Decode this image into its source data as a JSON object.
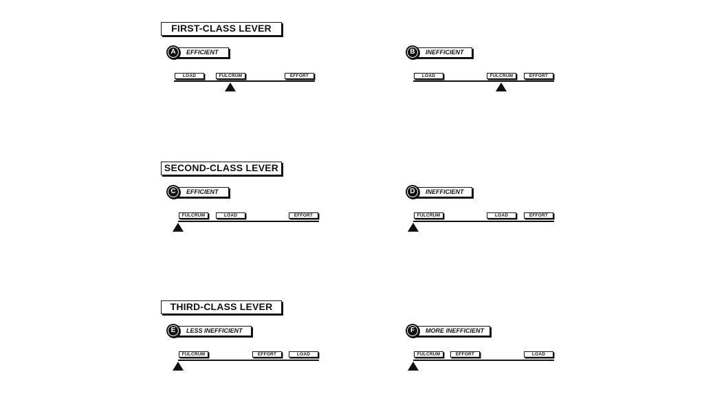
{
  "sections": [
    {
      "title": "FIRST-CLASS LEVER"
    },
    {
      "title": "SECOND-CLASS LEVER"
    },
    {
      "title": "THIRD-CLASS LEVER"
    }
  ],
  "cases": {
    "A": {
      "letter": "A",
      "label": "EFFICIENT",
      "parts": [
        "LOAD",
        "FULCRUM",
        "EFFORT"
      ]
    },
    "B": {
      "letter": "B",
      "label": "INEFFICIENT",
      "parts": [
        "LOAD",
        "FULCRUM",
        "EFFORT"
      ]
    },
    "C": {
      "letter": "C",
      "label": "EFFICIENT",
      "parts": [
        "FULCRUM",
        "LOAD",
        "EFFORT"
      ]
    },
    "D": {
      "letter": "D",
      "label": "INEFFICIENT",
      "parts": [
        "FULCRUM",
        "LOAD",
        "EFFORT"
      ]
    },
    "E": {
      "letter": "E",
      "label": "LESS INEFFICIENT",
      "parts": [
        "FULCRUM",
        "EFFORT",
        "LOAD"
      ]
    },
    "F": {
      "letter": "F",
      "label": "MORE INEFFICIENT",
      "parts": [
        "FULCRUM",
        "EFFORT",
        "LOAD"
      ]
    }
  }
}
